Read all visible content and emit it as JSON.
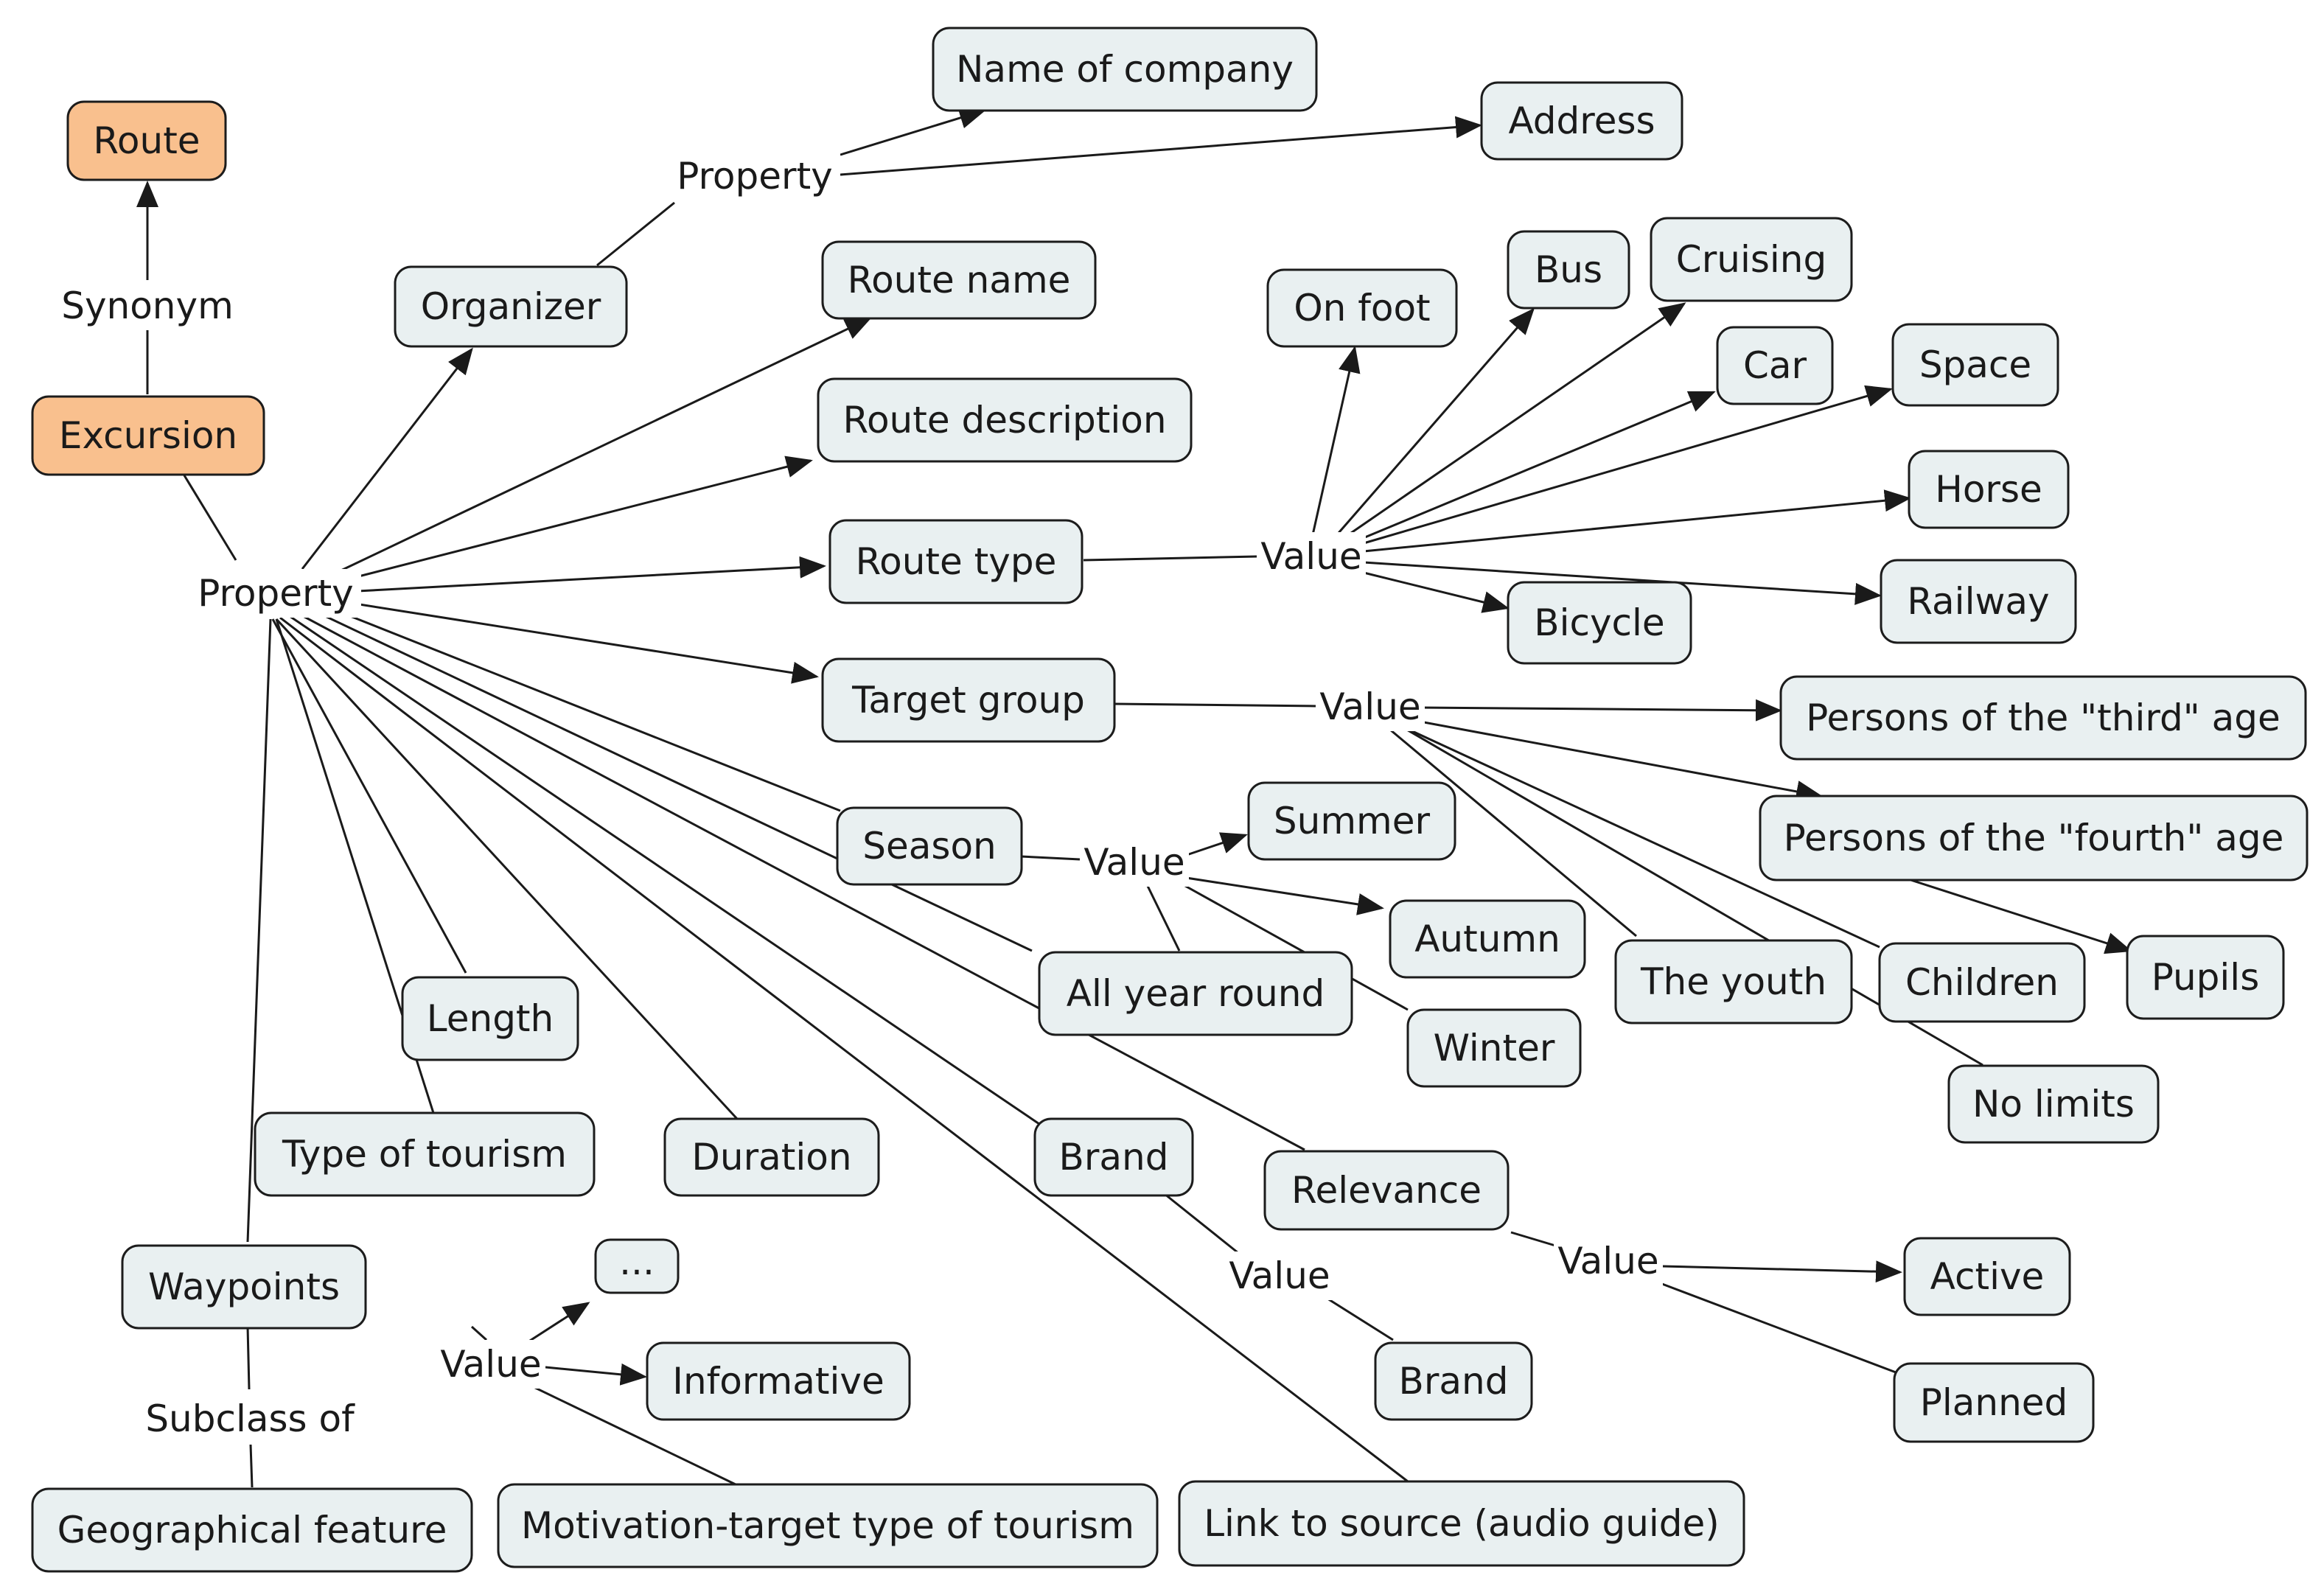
{
  "colors": {
    "concept_fill": "#e9f0f1",
    "accent_fill": "#f9c08e",
    "line": "#1a1a1a"
  },
  "nodes": {
    "route": "Route",
    "excursion": "Excursion",
    "organizer": "Organizer",
    "name_of_company": "Name of company",
    "address": "Address",
    "route_name": "Route name",
    "route_description": "Route description",
    "route_type": "Route type",
    "target_group": "Target group",
    "season": "Season",
    "length": "Length",
    "type_of_tourism": "Type of tourism",
    "duration": "Duration",
    "brand": "Brand",
    "relevance": "Relevance",
    "waypoints": "Waypoints",
    "geographical_feature": "Geographical feature",
    "ellipsis": "...",
    "informative": "Informative",
    "motivation_target": "Motivation-target type of tourism",
    "link_to_source": "Link to source (audio guide)",
    "brand_value": "Brand",
    "on_foot": "On foot",
    "bus": "Bus",
    "cruising": "Cruising",
    "car": "Car",
    "space": "Space",
    "horse": "Horse",
    "railway": "Railway",
    "bicycle": "Bicycle",
    "third_age": "Persons of the \"third\" age",
    "fourth_age": "Persons of the \"fourth\" age",
    "pupils": "Pupils",
    "children": "Children",
    "the_youth": "The youth",
    "no_limits": "No limits",
    "summer": "Summer",
    "autumn": "Autumn",
    "winter": "Winter",
    "all_year_round": "All year round",
    "active": "Active",
    "planned": "Planned"
  },
  "link_labels": {
    "synonym": "Synonym",
    "property_main": "Property",
    "property_organizer": "Property",
    "value_route_type": "Value",
    "value_target_group": "Value",
    "value_season": "Value",
    "value_relevance": "Value",
    "value_brand": "Value",
    "value_tourism": "Value",
    "subclass_of": "Subclass of"
  }
}
